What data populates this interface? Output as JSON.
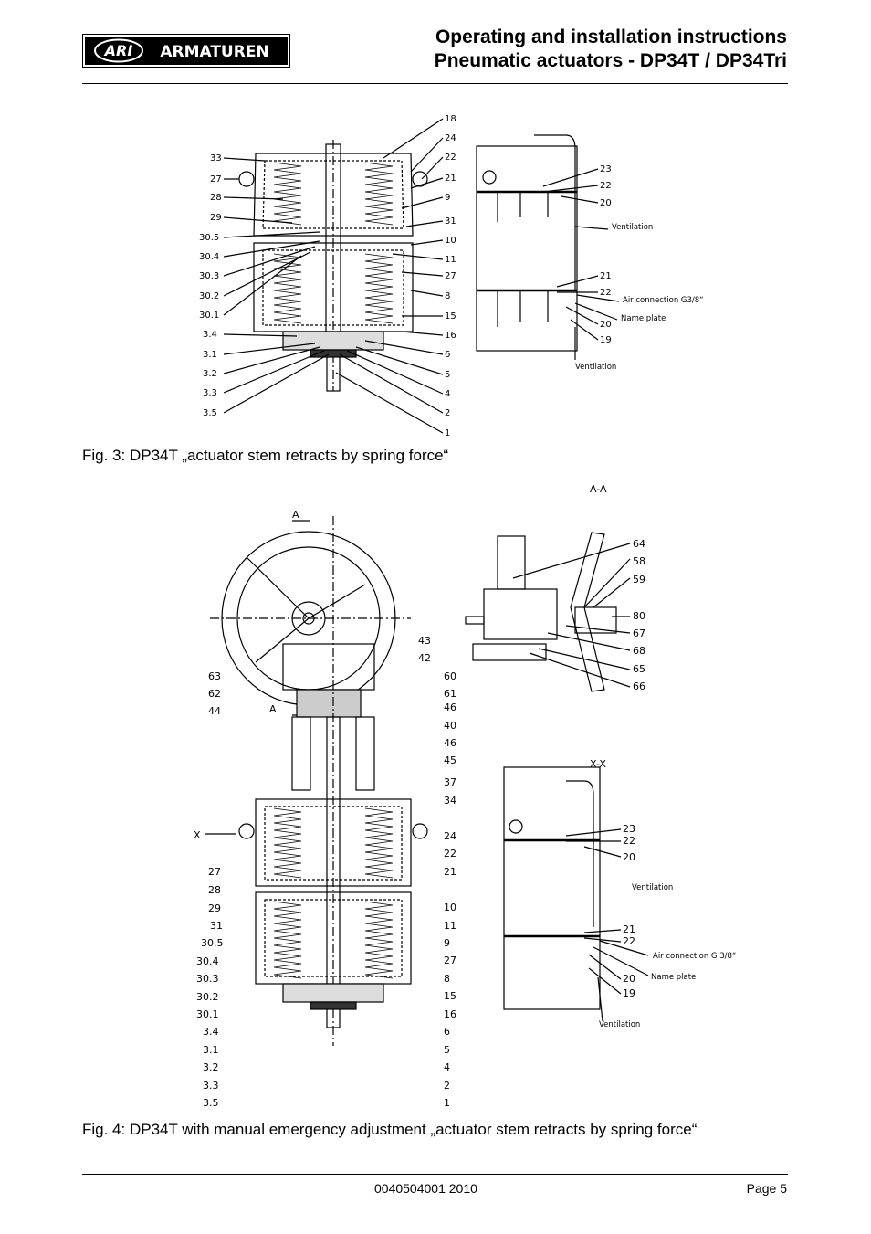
{
  "header": {
    "logo_text": "ARI ARMATUREN",
    "title_line1": "Operating and installation instructions",
    "title_line2": "Pneumatic actuators - DP34T / DP34Tri"
  },
  "figure3": {
    "caption": "Fig. 3: DP34T „actuator stem retracts by spring force“",
    "left_labels": [
      "33",
      "27",
      "28",
      "29",
      "30.5",
      "30.4",
      "30.3",
      "30.2",
      "30.1",
      "3.4",
      "3.1",
      "3.2",
      "3.3",
      "3.5"
    ],
    "right_labels": [
      "18",
      "24",
      "22",
      "21",
      "9",
      "31",
      "10",
      "11",
      "27",
      "8",
      "15",
      "16",
      "6",
      "5",
      "4",
      "2",
      "1"
    ],
    "side_labels": [
      "23",
      "22",
      "20",
      "21",
      "22",
      "20",
      "19"
    ],
    "ventilation_top": "Ventilation",
    "air_connection": "Air connection G3/8“",
    "name_plate": "Name plate",
    "ventilation_bottom": "Ventilation"
  },
  "figure4": {
    "caption": "Fig. 4: DP34T with manual emergency adjustment „actuator stem retracts by spring force“",
    "section_aa": "A-A",
    "section_xx": "X-X",
    "mark_a": "A",
    "mark_x": "X",
    "left_labels": [
      "63",
      "62",
      "44",
      "27",
      "28",
      "29",
      "31",
      "30.5",
      "30.4",
      "30.3",
      "30.2",
      "30.1",
      "3.4",
      "3.1",
      "3.2",
      "3.3",
      "3.5"
    ],
    "right_labels": [
      "43",
      "42",
      "60",
      "61",
      "46",
      "40",
      "46",
      "45",
      "37",
      "34",
      "24",
      "22",
      "21",
      "10",
      "11",
      "9",
      "27",
      "8",
      "15",
      "16",
      "6",
      "5",
      "4",
      "2",
      "1"
    ],
    "aa_labels": [
      "64",
      "58",
      "59",
      "80",
      "67",
      "68",
      "65",
      "66"
    ],
    "xx_labels": [
      "23",
      "22",
      "20",
      "21",
      "22",
      "20",
      "19"
    ],
    "ventilation_top": "Ventilation",
    "air_connection": "Air connection G 3/8“",
    "name_plate": "Name plate",
    "ventilation_bottom": "Ventilation"
  },
  "footer": {
    "doc_id": "0040504001 2010",
    "page": "Page 5"
  }
}
